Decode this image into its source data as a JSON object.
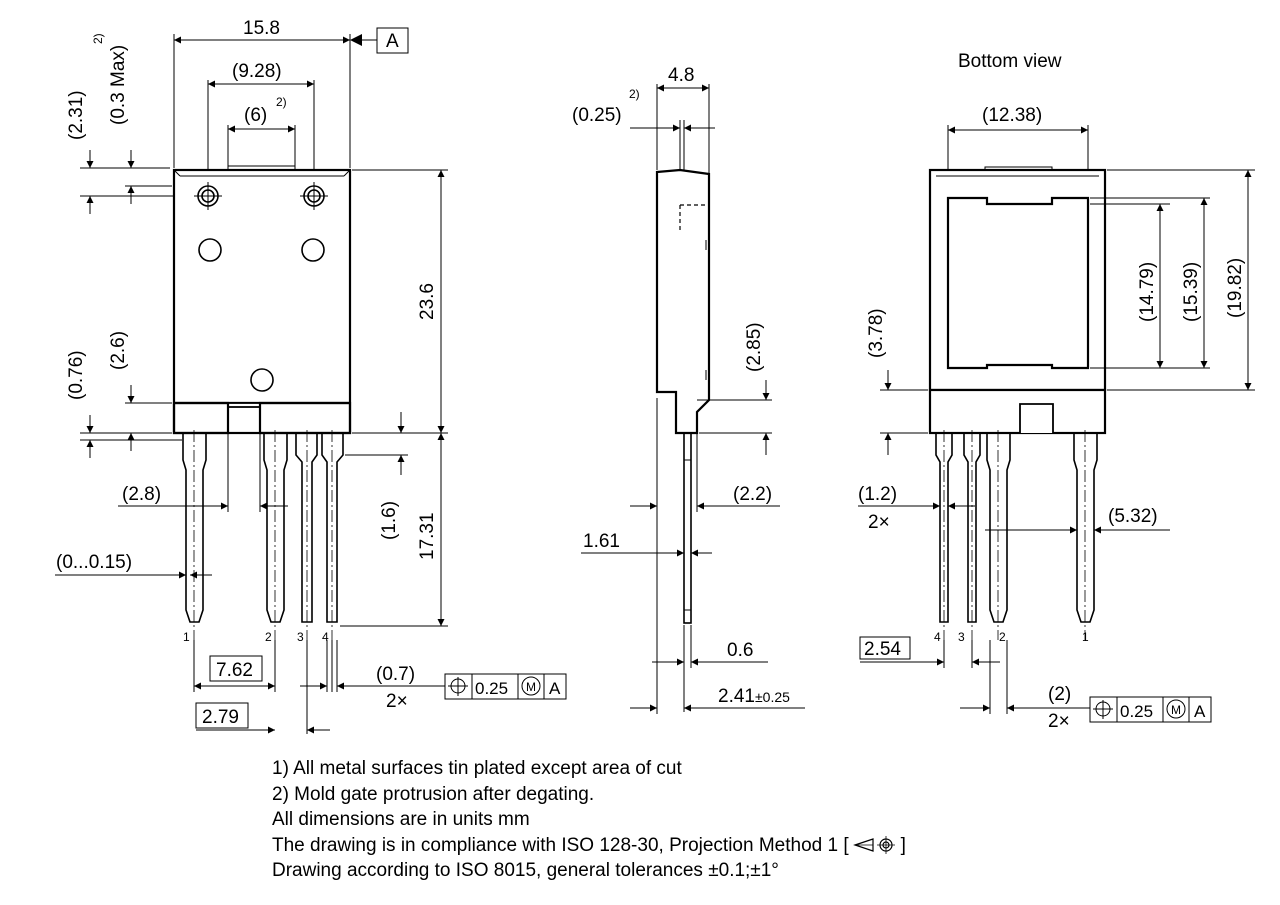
{
  "views": {
    "bottom_view_title": "Bottom view"
  },
  "datum": {
    "label": "A"
  },
  "front_view": {
    "dim_width": "15.8",
    "dim_hole_spacing": "(9.28)",
    "dim_gate": "(6)",
    "dim_gate_sup": "2)",
    "dim_top_offset": "(2.31)",
    "dim_gate_height": "(0.3 Max)",
    "dim_gate_height_sup": "2)",
    "dim_body_height": "23.6",
    "dim_lead_length": "17.31",
    "dim_shoulder_a": "(0.76)",
    "dim_shoulder_b": "(2.6)",
    "dim_gap": "(2.8)",
    "dim_lead_step": "(1.6)",
    "dim_lead_tol": "(0...0.15)",
    "dim_pitch_1": "7.62",
    "dim_pitch_2": "2.79",
    "dim_lead_width": "(0.7)",
    "dim_lead_count": "2×",
    "pin_labels": [
      "1",
      "2",
      "3",
      "4"
    ],
    "tolerance_frame": {
      "value": "0.25",
      "modifier": "M",
      "datum": "A"
    }
  },
  "side_view": {
    "dim_thickness": "4.8",
    "dim_gate_protrusion": "(0.25)",
    "dim_gate_protrusion_sup": "2)",
    "dim_step": "(2.85)",
    "dim_lead_offset": "(2.2)",
    "dim_lead_pos": "1.61",
    "dim_lead_thickness": "0.6",
    "dim_total": "2.41",
    "dim_total_tol": "±0.25"
  },
  "bottom_view": {
    "dim_width": "(12.38)",
    "dim_pad_a": "(14.79)",
    "dim_pad_b": "(15.39)",
    "dim_pad_c": "(19.82)",
    "dim_shoulder": "(3.78)",
    "dim_lead_width": "(1.2)",
    "dim_lead_width_count": "2×",
    "dim_pitch_large": "(5.32)",
    "dim_pitch_small": "2.54",
    "dim_wide_lead": "(2)",
    "dim_wide_lead_count": "2×",
    "pin_labels": [
      "4",
      "3",
      "2",
      "1"
    ],
    "tolerance_frame": {
      "value": "0.25",
      "modifier": "M",
      "datum": "A"
    }
  },
  "notes": [
    "1) All metal surfaces tin plated except area of cut",
    "2) Mold gate protrusion after degating.",
    "All dimensions are in units mm",
    "The drawing is in compliance with ISO 128-30, Projection Method 1 [",
    "]",
    "Drawing according to ISO 8015, general tolerances ±0.1;±1°"
  ]
}
